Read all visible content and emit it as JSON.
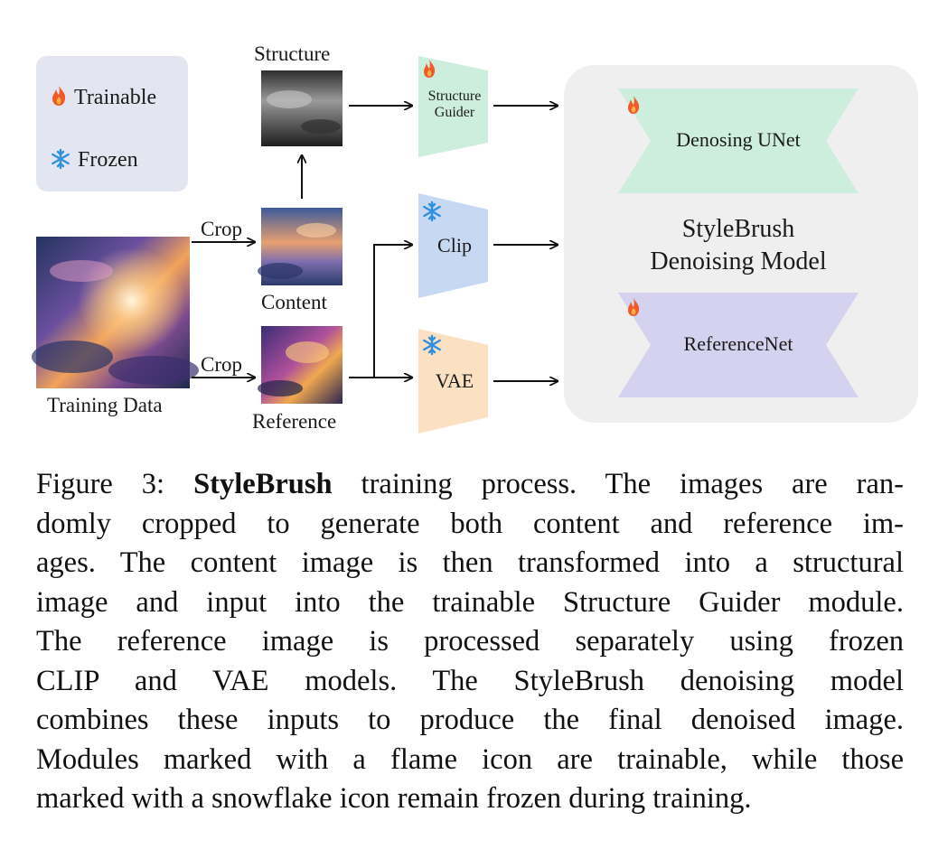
{
  "legend": {
    "trainable_icon": "flame-icon",
    "trainable_label": "Trainable",
    "frozen_icon": "snowflake-icon",
    "frozen_label": "Frozen"
  },
  "inputs": {
    "training_data_label": "Training Data",
    "crop_label_top": "Crop",
    "crop_label_bottom": "Crop",
    "structure_label": "Structure",
    "content_label": "Content",
    "reference_label": "Reference"
  },
  "modules": {
    "structure_guider_line1": "Structure",
    "structure_guider_line2": "Guider",
    "clip": "Clip",
    "vae": "VAE"
  },
  "model": {
    "unet": "Denosing UNet",
    "title_line1": "StyleBrush",
    "title_line2": "Denoising Model",
    "referencenet": "ReferenceNet"
  },
  "colors": {
    "trainable_module": "#cdeedd",
    "clip_module": "#c7d8f3",
    "vae_module": "#fbe1c2",
    "referencenet": "#d4d2ee",
    "legend_bg": "#e3e5f1",
    "model_bg": "#efefef",
    "flame": "#f05a28",
    "snowflake": "#2f8fe0"
  },
  "caption": {
    "prefix": "Figure 3: ",
    "bold": "StyleBrush",
    "lines": [
      " training process. The images are ran-",
      "domly cropped to generate both content and reference im-",
      "ages. The content image is then transformed into a structural",
      "image and input into the trainable Structure Guider module.",
      "The reference image is processed separately using frozen",
      "CLIP and VAE models. The StyleBrush denoising model",
      "combines these inputs to produce the final denoised image.",
      "Modules marked with a flame icon are trainable, while those",
      "marked with a snowflake icon remain frozen during training."
    ]
  }
}
